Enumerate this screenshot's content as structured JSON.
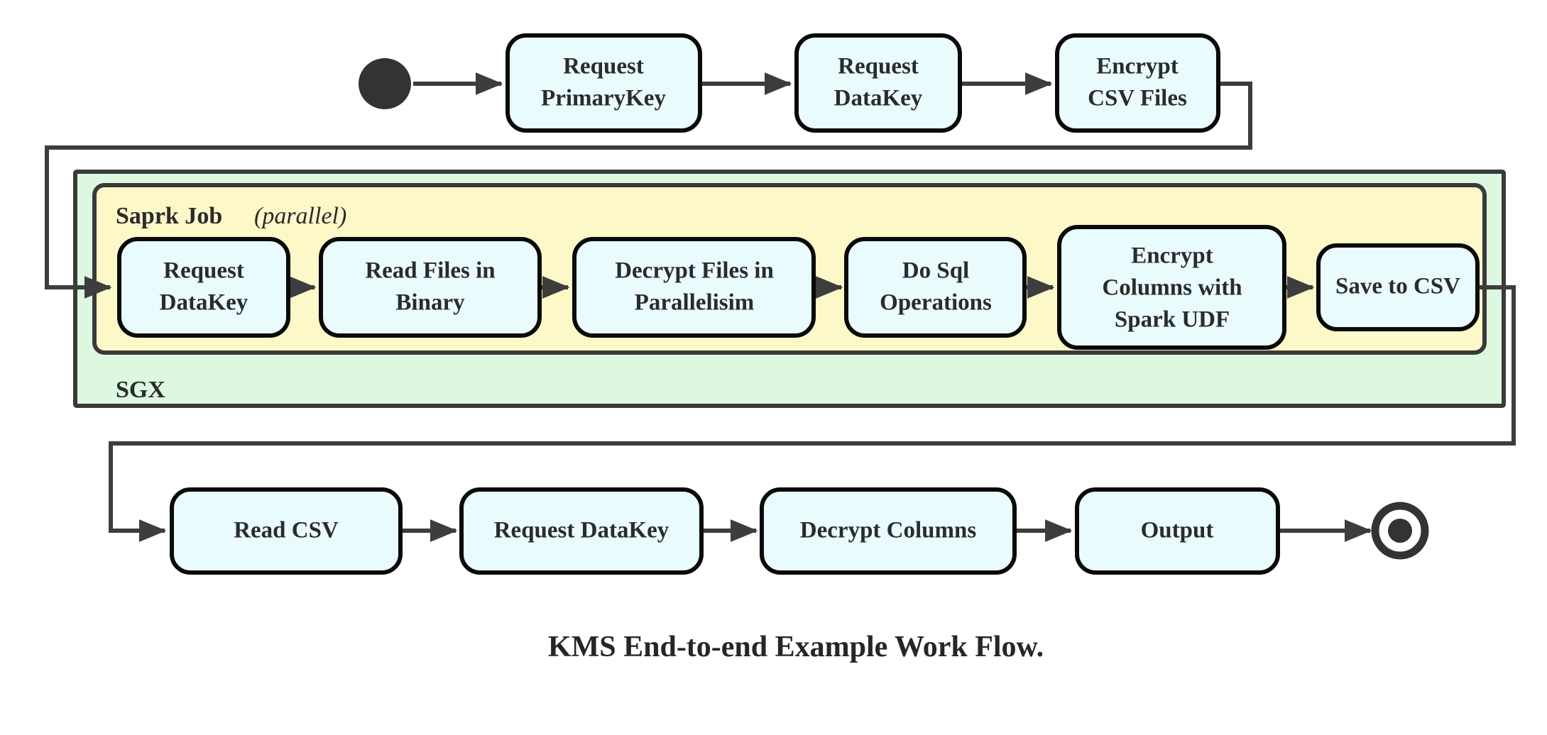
{
  "figure": {
    "caption": "KMS End-to-end Example Work Flow.",
    "type": "activity-flow-diagram"
  },
  "colors": {
    "node_fill": "#e9fbfd",
    "node_stroke": "#0a0a0a",
    "sgx_fill": "#ddf7e0",
    "spark_fill": "#fdf8c8",
    "container_stroke": "#3a3a3a",
    "edge": "#3d3d3d",
    "terminal": "#333333",
    "text": "#2b2b2b",
    "background": "#ffffff"
  },
  "terminals": {
    "start": {
      "name": "start-node"
    },
    "end": {
      "name": "end-node"
    }
  },
  "containers": {
    "sgx": {
      "label": "SGX"
    },
    "spark": {
      "label_bold": "Saprk Job",
      "label_italic": "(parallel)"
    }
  },
  "rows": {
    "top": {
      "name": "top-row",
      "nodes": [
        {
          "id": "request-primarykey",
          "lines": [
            "Request",
            "PrimaryKey"
          ]
        },
        {
          "id": "request-datakey-top",
          "lines": [
            "Request",
            "DataKey"
          ]
        },
        {
          "id": "encrypt-csv-files",
          "lines": [
            "Encrypt",
            "CSV Files"
          ]
        }
      ]
    },
    "spark": {
      "name": "spark-row",
      "nodes": [
        {
          "id": "request-datakey-spark",
          "lines": [
            "Request",
            "DataKey"
          ]
        },
        {
          "id": "read-files-in-binary",
          "lines": [
            "Read Files in",
            "Binary"
          ]
        },
        {
          "id": "decrypt-files-parallel",
          "lines": [
            "Decrypt Files in",
            "Parallelisim"
          ]
        },
        {
          "id": "do-sql-operations",
          "lines": [
            "Do Sql",
            "Operations"
          ]
        },
        {
          "id": "encrypt-columns-udf",
          "lines": [
            "Encrypt",
            "Columns with",
            "Spark UDF"
          ]
        },
        {
          "id": "save-to-csv",
          "lines": [
            "Save to CSV"
          ]
        }
      ]
    },
    "bottom": {
      "name": "bottom-row",
      "nodes": [
        {
          "id": "read-csv",
          "lines": [
            "Read CSV"
          ]
        },
        {
          "id": "request-datakey-out",
          "lines": [
            "Request DataKey"
          ]
        },
        {
          "id": "decrypt-columns",
          "lines": [
            "Decrypt Columns"
          ]
        },
        {
          "id": "output",
          "lines": [
            "Output"
          ]
        }
      ]
    }
  },
  "edges": [
    {
      "from": "start",
      "to": "request-primarykey"
    },
    {
      "from": "request-primarykey",
      "to": "request-datakey-top"
    },
    {
      "from": "request-datakey-top",
      "to": "encrypt-csv-files"
    },
    {
      "from": "encrypt-csv-files",
      "to": "request-datakey-spark"
    },
    {
      "from": "request-datakey-spark",
      "to": "read-files-in-binary"
    },
    {
      "from": "read-files-in-binary",
      "to": "decrypt-files-parallel"
    },
    {
      "from": "decrypt-files-parallel",
      "to": "do-sql-operations"
    },
    {
      "from": "do-sql-operations",
      "to": "encrypt-columns-udf"
    },
    {
      "from": "encrypt-columns-udf",
      "to": "save-to-csv"
    },
    {
      "from": "save-to-csv",
      "to": "read-csv"
    },
    {
      "from": "read-csv",
      "to": "request-datakey-out"
    },
    {
      "from": "request-datakey-out",
      "to": "decrypt-columns"
    },
    {
      "from": "decrypt-columns",
      "to": "output"
    },
    {
      "from": "output",
      "to": "end"
    }
  ]
}
